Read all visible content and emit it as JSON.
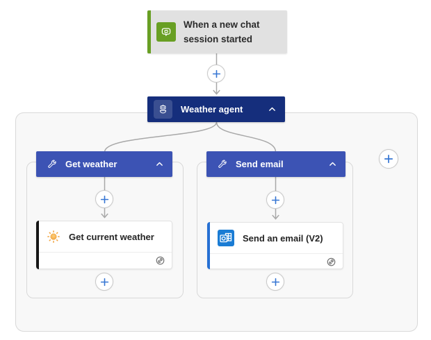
{
  "trigger": {
    "label": "When a new chat session started",
    "icon": "chat-icon"
  },
  "agent": {
    "label": "Weather agent",
    "icon": "robot-icon",
    "collapse_icon": "chevron-up-icon"
  },
  "branches": [
    {
      "label": "Get weather",
      "icon": "wrench-icon",
      "collapse_icon": "chevron-up-icon",
      "action": {
        "label": "Get current weather",
        "icon": "sun-icon",
        "footer_icon": "connection-icon"
      }
    },
    {
      "label": "Send email",
      "icon": "wrench-icon",
      "collapse_icon": "chevron-up-icon",
      "action": {
        "label": "Send an email (V2)",
        "icon": "outlook-icon",
        "footer_icon": "connection-icon"
      }
    }
  ],
  "colors": {
    "agent_header": "#152e7c",
    "branch_header": "#3c53b4",
    "trigger_green": "#689f23",
    "trigger_bg": "#e1e1e1",
    "plus_blue": "#3575d3",
    "connector_gray": "#a8a8a8",
    "container_bg": "#f8f8f8",
    "container_border": "#d8d8d8",
    "outlook_blue": "#1a7cd4",
    "sun_orange": "#f2a33c",
    "card_bar_black": "#161616",
    "card_bar_blue": "#2670d3"
  }
}
